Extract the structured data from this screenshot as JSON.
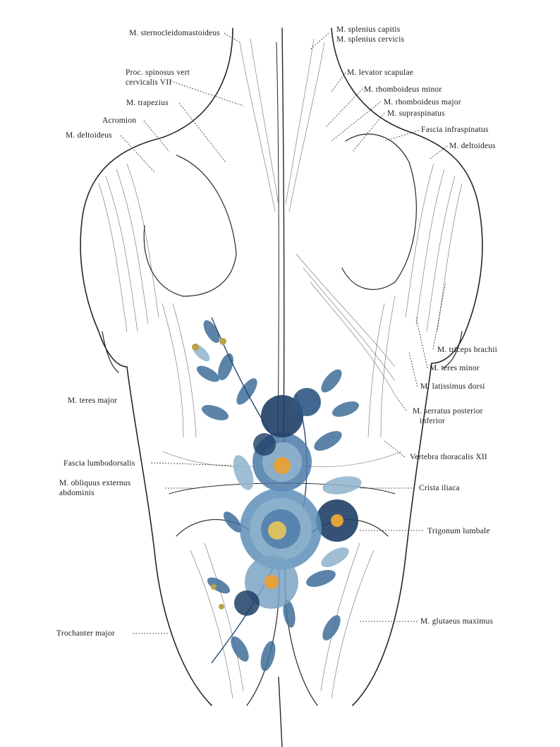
{
  "labels_left": [
    {
      "id": "sternocleidomastoideus",
      "text": "M. sternocleidomastoideus"
    },
    {
      "id": "proc-spinosus",
      "lines": [
        "Proc. spinosus vert",
        "cervicalis VII"
      ]
    },
    {
      "id": "trapezius",
      "text": "M. trapezius"
    },
    {
      "id": "acromion",
      "text": "Acromion"
    },
    {
      "id": "deltoideus-left",
      "text": "M. deltoideus"
    },
    {
      "id": "teres-major",
      "text": "M. teres major"
    },
    {
      "id": "fascia-lumbodorsalis",
      "text": "Fascia lumbodorsalis"
    },
    {
      "id": "obliquus-externus",
      "lines": [
        "M. obliquus externus",
        "abdominis"
      ]
    },
    {
      "id": "trochanter-major",
      "text": "Trochanter major"
    }
  ],
  "labels_right": [
    {
      "id": "splenius",
      "lines": [
        "M. splenius capitis",
        "M. splenius cervicis"
      ]
    },
    {
      "id": "levator-scapulae",
      "text": "M. levator scapulae"
    },
    {
      "id": "rhomboideus-minor",
      "text": "M. rhomboideus minor"
    },
    {
      "id": "rhomboideus-major",
      "text": "M. rhomboideus major"
    },
    {
      "id": "supraspinatus",
      "text": "M. supraspinatus"
    },
    {
      "id": "fascia-infraspinatus",
      "text": "Fascia  infraspinatus"
    },
    {
      "id": "deltoideus-right",
      "text": "M. deltoideus"
    },
    {
      "id": "triceps-brachii",
      "text": "M. triceps brachii"
    },
    {
      "id": "teres-minor",
      "text": "M. teres minor"
    },
    {
      "id": "latissimus-dorsi",
      "text": "M. latissimus dorsi"
    },
    {
      "id": "serratus-posterior",
      "lines": [
        "M. serratus posterior",
        "inferior"
      ]
    },
    {
      "id": "vertebra-thoracalis",
      "text": "Vertebra thoracalis XII"
    },
    {
      "id": "crista-iliaca",
      "text": "Crista iliaca"
    },
    {
      "id": "trigonum-lumbale",
      "text": "Trigonum lumbale"
    },
    {
      "id": "glutaeus-maximus",
      "text": "M. glutaeus maximus"
    }
  ],
  "colors": {
    "ink": "#262626",
    "flower_dark": "#1f3f66",
    "flower_mid": "#3f6f9a",
    "flower_light": "#8fb3cc",
    "flower_center": "#e3a23a"
  }
}
